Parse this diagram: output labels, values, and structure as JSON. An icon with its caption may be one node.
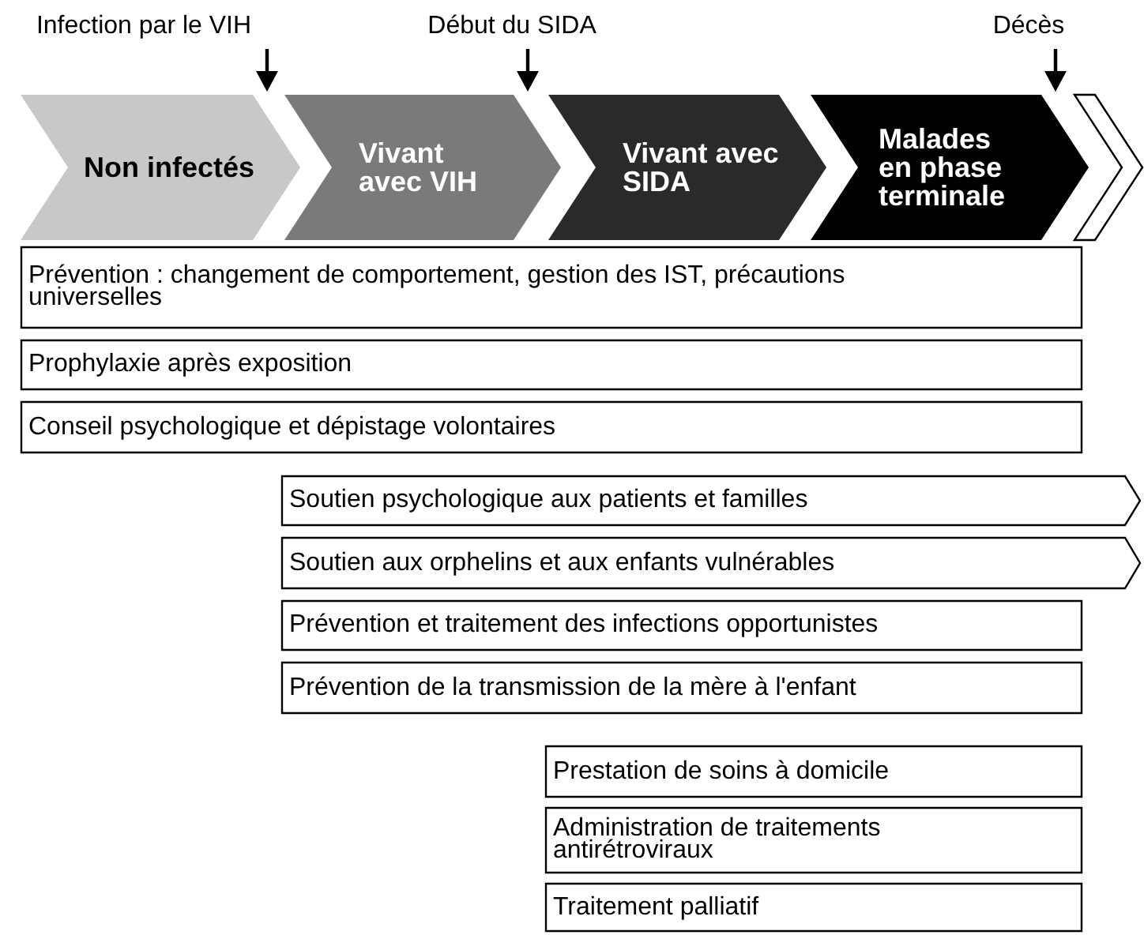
{
  "diagram": {
    "nodes": [
      {
        "text": [
          "Non infectés"
        ]
      },
      {
        "text": [
          "Vivant avec VIH"
        ]
      },
      {
        "text": [
          "Vivant avec SIDA"
        ]
      },
      {
        "text": [
          "Malades en phase terminale"
        ]
      },
      {
        "text": [],
        "shape": "chevron"
      },
      {
        "text": [
          "Prévention : changement de comportement, gestion des IST, précautions universelles"
        ]
      },
      {
        "text": [
          "Prophylaxie après exposition"
        ]
      },
      {
        "text": [
          "Conseil psychologique et dépistage volontaires"
        ]
      },
      {
        "text": [
          "Soutien psychologique aux patients et familles"
        ]
      },
      {
        "text": [
          "Soutien aux orphelins et aux enfants vulnérables"
        ]
      },
      {
        "text": [
          "Prévention et traitement des infections opportunistes"
        ]
      },
      {
        "text": [
          "Prévention de la transmission de la mère à l'enfant"
        ]
      },
      {
        "text": [
          "Prestation de soins à domicile"
        ]
      },
      {
        "text": [
          "Administration de traitements antirétroviraux"
        ]
      },
      {
        "text": [
          "Traitement palliatif"
        ]
      }
    ],
    "labels": [
      "Infection par le VIH",
      "Début du SIDA",
      "Décès"
    ]
  }
}
